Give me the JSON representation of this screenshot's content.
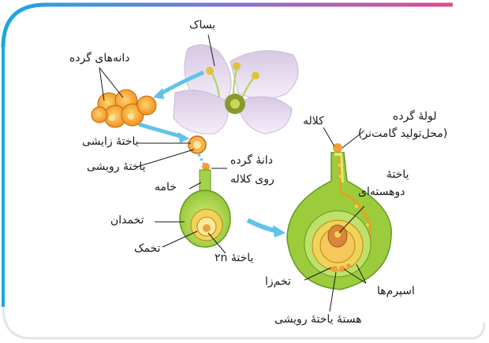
{
  "labels": {
    "basak": "بساک",
    "pollen_grains": "دانه‌های گرده",
    "generative_cell": "یاختهٔ زایشی",
    "vegetative_cell": "یاختهٔ رویشی",
    "pollen_on_stigma_1": "دانهٔ گرده",
    "pollen_on_stigma_2": "روی کلاله",
    "style": "خامه",
    "ovary": "تخمدان",
    "ovule": "تخمک",
    "cell_2n": "یاختهٔ ۲n",
    "stigma": "کلاله",
    "pollen_tube_1": "لولهٔ گرده",
    "pollen_tube_2": "(محل‌تولید گامت‌نر)",
    "binucleate_1": "یاختهٔ",
    "binucleate_2": "دوهسته‌ای",
    "egg_cell": "تخم‌زا",
    "sperms": "اسپرم‌ها",
    "vegetative_nucleus": "هستهٔ یاختهٔ رویشی"
  },
  "colors": {
    "border_blue": "#1aa7e0",
    "border_pink": "#e24a8a",
    "arrow_blue": "#5fc3ea",
    "pistil_green": "#9ccc3c",
    "pistil_dark": "#5e9a22",
    "pollen_orange": "#f5a030",
    "ovule_yellow": "#f2d35a"
  }
}
